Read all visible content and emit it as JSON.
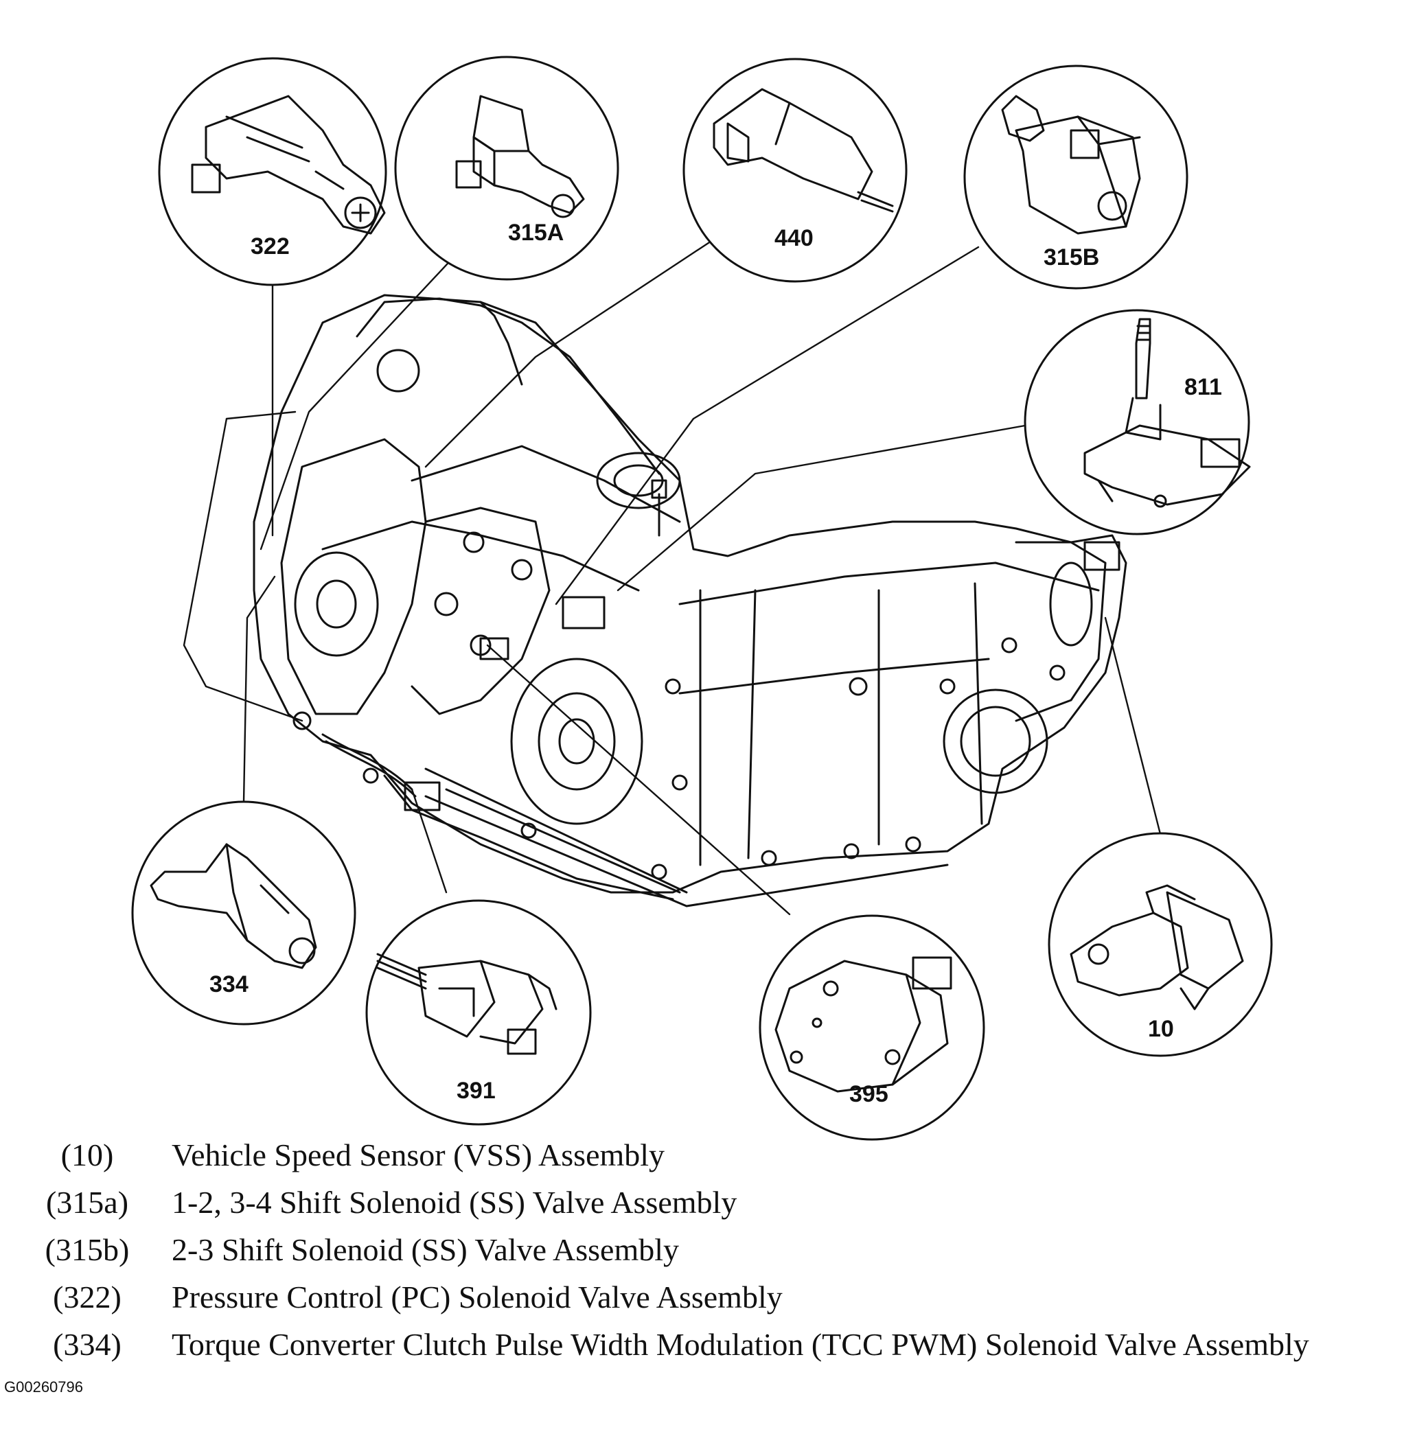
{
  "callouts": [
    {
      "id": "322",
      "label": "322"
    },
    {
      "id": "315A",
      "label": "315A"
    },
    {
      "id": "440",
      "label": "440"
    },
    {
      "id": "315B",
      "label": "315B"
    },
    {
      "id": "811",
      "label": "811"
    },
    {
      "id": "334",
      "label": "334"
    },
    {
      "id": "391",
      "label": "391"
    },
    {
      "id": "395",
      "label": "395"
    },
    {
      "id": "10",
      "label": "10"
    }
  ],
  "legend": [
    {
      "num": "(10)",
      "text": "Vehicle Speed Sensor (VSS) Assembly"
    },
    {
      "num": "(315a)",
      "text": "1-2, 3-4 Shift Solenoid (SS) Valve Assembly"
    },
    {
      "num": "(315b)",
      "text": "2-3 Shift Solenoid (SS) Valve Assembly"
    },
    {
      "num": "(322)",
      "text": "Pressure Control (PC) Solenoid Valve Assembly"
    },
    {
      "num": "(334)",
      "text": "Torque Converter Clutch Pulse Width Modulation (TCC PWM) Solenoid Valve Assembly"
    }
  ],
  "figure_code": "G00260796"
}
